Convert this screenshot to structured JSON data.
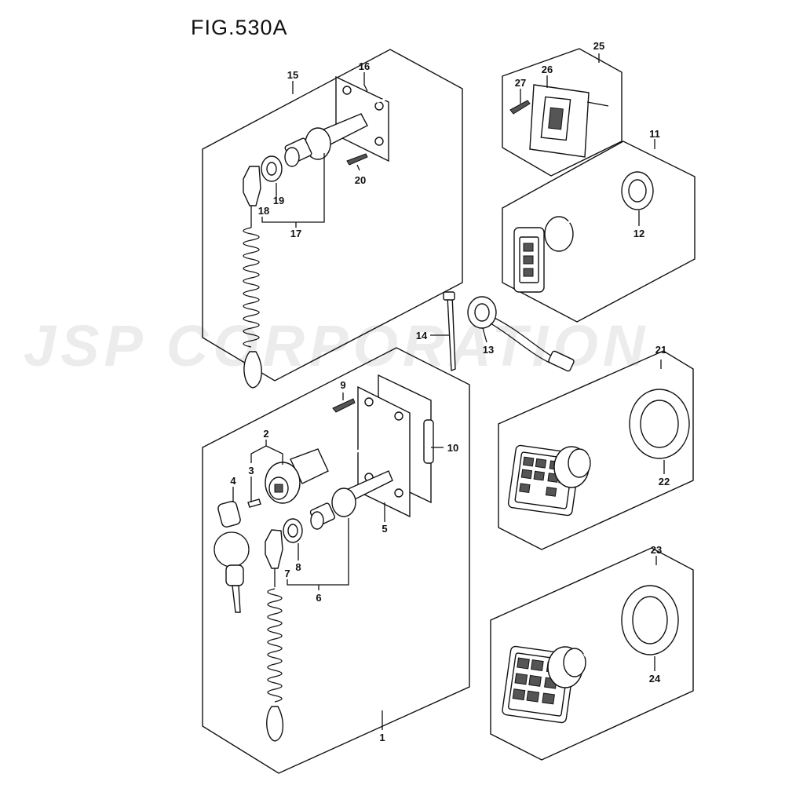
{
  "figure": {
    "title": "FIG.530A"
  },
  "watermark": "JSP CORPORATION",
  "callouts": {
    "c1": "1",
    "c2": "2",
    "c3": "3",
    "c4": "4",
    "c5": "5",
    "c6": "6",
    "c7": "7",
    "c8": "8",
    "c9": "9",
    "c10": "10",
    "c11": "11",
    "c12": "12",
    "c13": "13",
    "c14": "14",
    "c15": "15",
    "c16": "16",
    "c17": "17",
    "c18": "18",
    "c19": "19",
    "c20": "20",
    "c21": "21",
    "c22": "22",
    "c23": "23",
    "c24": "24",
    "c25": "25",
    "c26": "26",
    "c27": "27"
  }
}
